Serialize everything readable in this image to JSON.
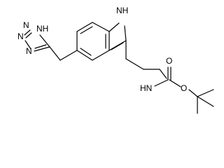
{
  "molecule": {
    "atom_labels": {
      "indole_nh": "NH",
      "tetrazole_nh": "NH",
      "n1": "N",
      "n2": "N",
      "n3": "N",
      "carbamate_nh": "HN",
      "carbonyl_o": "O",
      "ester_o": "O"
    }
  }
}
